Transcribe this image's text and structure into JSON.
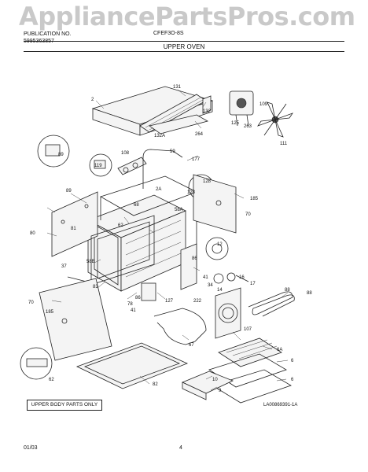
{
  "watermark": "AppliancePartsPros.com",
  "header": {
    "left_line1": "PUBLICATION NO.",
    "left_line2": "5995363857",
    "center": "CFEF3O-8S",
    "section_title": "UPPER OVEN"
  },
  "callouts": [
    {
      "id": "c2",
      "text": "2"
    },
    {
      "id": "c131",
      "text": "131"
    },
    {
      "id": "c132",
      "text": "132"
    },
    {
      "id": "c132A",
      "text": "132A"
    },
    {
      "id": "c264",
      "text": "264"
    },
    {
      "id": "c89a",
      "text": "89"
    },
    {
      "id": "c108",
      "text": "108"
    },
    {
      "id": "c119",
      "text": "119"
    },
    {
      "id": "c59",
      "text": "59"
    },
    {
      "id": "c177",
      "text": "177"
    },
    {
      "id": "c128a",
      "text": "128"
    },
    {
      "id": "c128b",
      "text": "128"
    },
    {
      "id": "c185a",
      "text": "185"
    },
    {
      "id": "c2A",
      "text": "2A"
    },
    {
      "id": "c89b",
      "text": "89"
    },
    {
      "id": "c68",
      "text": "68"
    },
    {
      "id": "c58A",
      "text": "58A"
    },
    {
      "id": "c70a",
      "text": "70"
    },
    {
      "id": "c80",
      "text": "80"
    },
    {
      "id": "c81",
      "text": "81"
    },
    {
      "id": "c62a",
      "text": "62"
    },
    {
      "id": "c12",
      "text": "12"
    },
    {
      "id": "c58B",
      "text": "58B"
    },
    {
      "id": "c86a",
      "text": "86"
    },
    {
      "id": "c37",
      "text": "37"
    },
    {
      "id": "c83",
      "text": "83"
    },
    {
      "id": "c41a",
      "text": "41"
    },
    {
      "id": "c34",
      "text": "34"
    },
    {
      "id": "c16",
      "text": "16"
    },
    {
      "id": "c14",
      "text": "14"
    },
    {
      "id": "c17",
      "text": "17"
    },
    {
      "id": "c86b",
      "text": "86"
    },
    {
      "id": "c78",
      "text": "78"
    },
    {
      "id": "c41b",
      "text": "41"
    },
    {
      "id": "c127",
      "text": "127"
    },
    {
      "id": "c222",
      "text": "222"
    },
    {
      "id": "c88",
      "text": "88"
    },
    {
      "id": "c88b",
      "text": "88"
    },
    {
      "id": "c70b",
      "text": "70"
    },
    {
      "id": "c185b",
      "text": "185"
    },
    {
      "id": "c107",
      "text": "107"
    },
    {
      "id": "c67",
      "text": "67"
    },
    {
      "id": "c6A",
      "text": "6A"
    },
    {
      "id": "c6a",
      "text": "6"
    },
    {
      "id": "c62b",
      "text": "62"
    },
    {
      "id": "c82",
      "text": "82"
    },
    {
      "id": "c10",
      "text": "10"
    },
    {
      "id": "c9",
      "text": "9"
    },
    {
      "id": "c6b",
      "text": "6"
    },
    {
      "id": "c109",
      "text": "109"
    },
    {
      "id": "c125",
      "text": "125"
    },
    {
      "id": "c263",
      "text": "263"
    },
    {
      "id": "c111",
      "text": "111"
    }
  ],
  "box_label": "UPPER BODY PARTS ONLY",
  "drawing_ref": "LA00869391-1A",
  "footer": {
    "date": "01/03",
    "page": "4"
  }
}
